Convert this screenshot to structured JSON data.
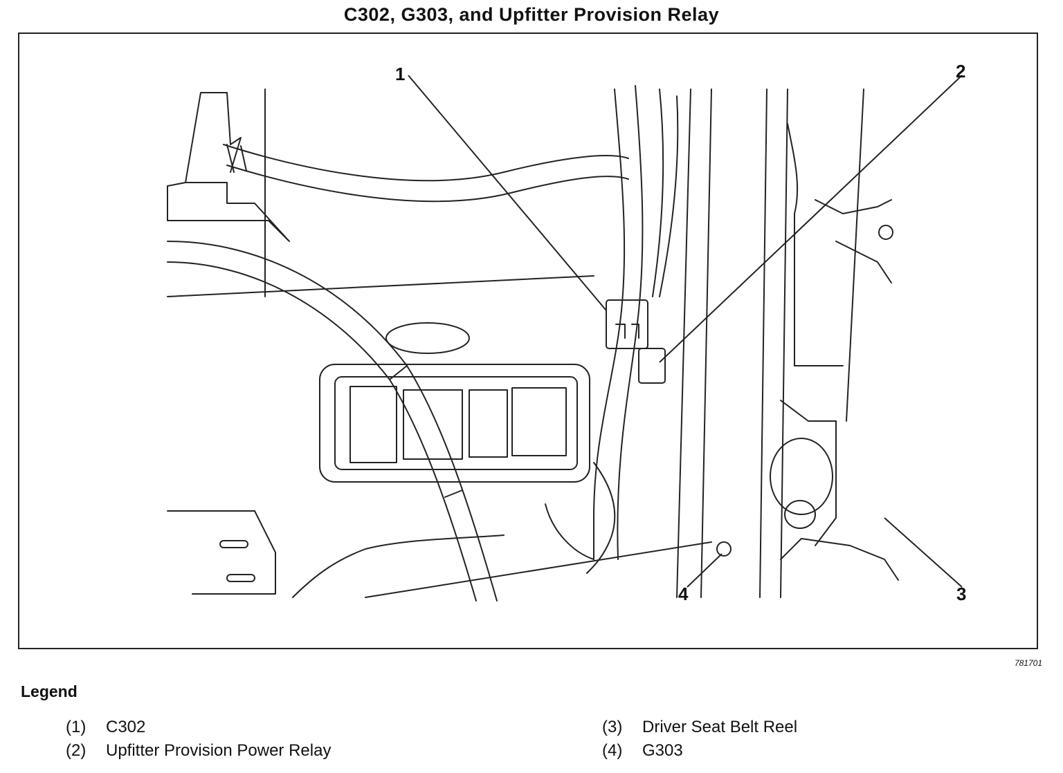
{
  "title": "C302, G303, and Upfitter Provision Relay",
  "figure_id": "781701",
  "callouts": [
    {
      "number": "1"
    },
    {
      "number": "2"
    },
    {
      "number": "3"
    },
    {
      "number": "4"
    }
  ],
  "legend": {
    "heading": "Legend",
    "items": [
      {
        "number": "(1)",
        "label": "C302"
      },
      {
        "number": "(2)",
        "label": "Upfitter Provision Power Relay"
      },
      {
        "number": "(3)",
        "label": "Driver Seat Belt Reel"
      },
      {
        "number": "(4)",
        "label": "G303"
      }
    ]
  }
}
